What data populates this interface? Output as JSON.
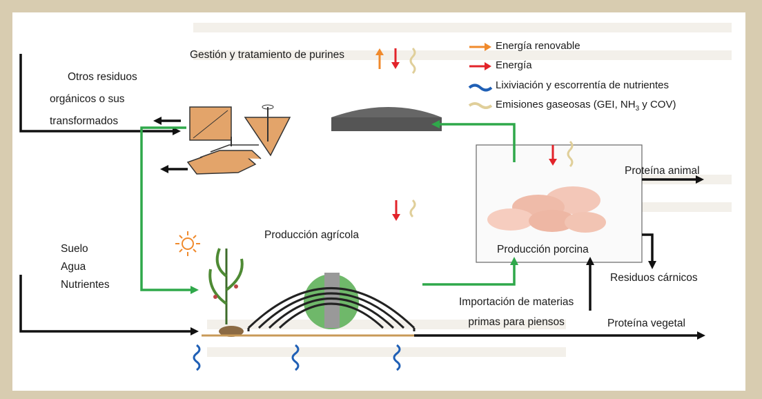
{
  "diagram": {
    "nodes": {
      "otros_residuos": [
        "Otros residuos",
        "orgánicos o sus",
        "transformados"
      ],
      "gestion": "Gestión y tratamiento de purines",
      "produccion_agricola": "Producción agrícola",
      "produccion_porcina": "Producción porcina",
      "suelo": [
        "Suelo",
        "Agua",
        "Nutrientes"
      ],
      "importacion": [
        "Importación de materias",
        "primas para piensos"
      ],
      "proteina_animal": "Proteína animal",
      "residuos_carnicos": "Residuos cárnicos",
      "proteina_vegetal": "Proteína vegetal"
    },
    "legend": [
      {
        "label": "Energía renovable",
        "icon": "orange-arrow-icon",
        "color": "#f08a2c"
      },
      {
        "label": "Energía",
        "icon": "red-arrow-icon",
        "color": "#e2232a"
      },
      {
        "label": "Lixiviación y escorrentía de nutrientes",
        "icon": "blue-wave-icon",
        "color": "#1f5fb5"
      },
      {
        "label_pre": "Emisiones gaseosas (GEI, NH",
        "label_sub": "3",
        "label_post": " y COV)",
        "icon": "gas-wave-icon",
        "color": "#e0cf9a"
      }
    ],
    "colors": {
      "flow_black": "#111111",
      "flow_green": "#2fa84a",
      "tank": "#e3a46a",
      "panel": "#ffffff",
      "frame": "#d8ccb0"
    }
  }
}
